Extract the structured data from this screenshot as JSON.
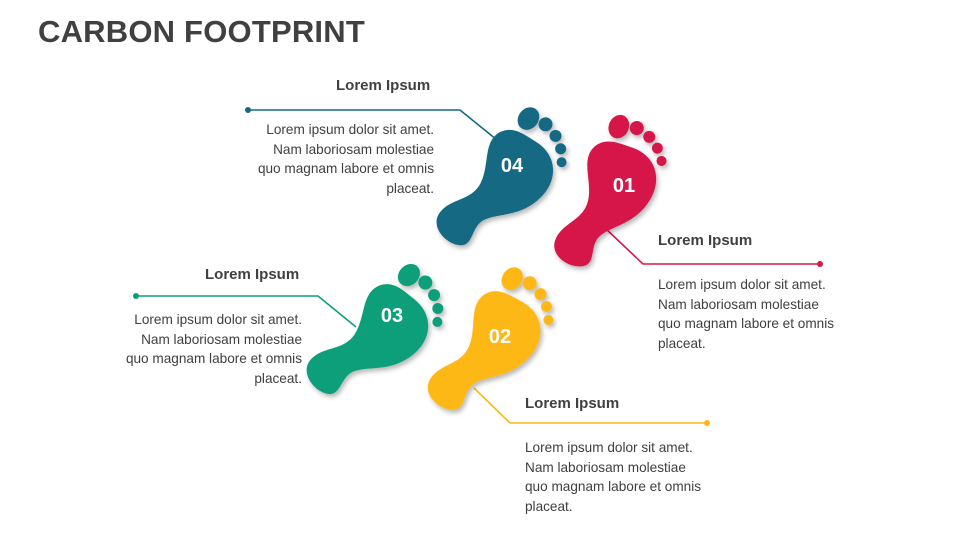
{
  "title": "CARBON FOOTPRINT",
  "colors": {
    "step01": "#D6184A",
    "step02": "#FDB813",
    "step03": "#0A9E7A",
    "step04": "#136983"
  },
  "steps": [
    {
      "number": "01",
      "heading": "Lorem Ipsum",
      "body": "Lorem ipsum dolor sit amet. Nam laboriosam molestiae quo magnam labore et omnis placeat."
    },
    {
      "number": "02",
      "heading": "Lorem Ipsum",
      "body": "Lorem ipsum dolor sit amet. Nam laboriosam molestiae quo magnam labore et omnis placeat."
    },
    {
      "number": "03",
      "heading": "Lorem Ipsum",
      "body": "Lorem ipsum dolor sit amet. Nam laboriosam molestiae quo magnam labore et omnis placeat."
    },
    {
      "number": "04",
      "heading": "Lorem Ipsum",
      "body": "Lorem ipsum dolor sit amet. Nam laboriosam molestiae quo magnam labore et omnis placeat."
    }
  ]
}
